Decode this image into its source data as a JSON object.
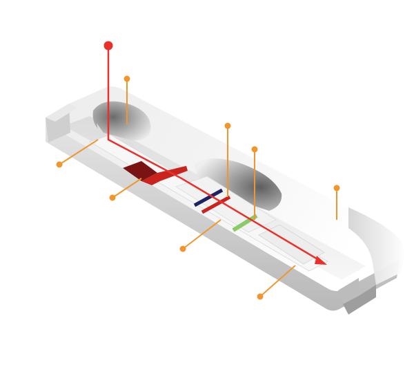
{
  "colors": {
    "background": "#ffffff",
    "cassette_light": "#f2f2f2",
    "cassette_mid": "#d6d6d6",
    "cassette_dark": "#a9a9a9",
    "flow_arrow": "#e8312a",
    "leader_line": "#f0962e",
    "sample_pad": "#7a1414",
    "conjugate_band": "#c9231e",
    "test_line": "#1f2163",
    "control_line": "#8cc96a"
  },
  "diagram": {
    "callout_count": 8,
    "callouts": [
      {
        "id": "sample-well",
        "icon": "dot"
      },
      {
        "id": "sample-pad",
        "icon": "dot"
      },
      {
        "id": "conjugate-pad",
        "icon": "dot"
      },
      {
        "id": "test-line",
        "icon": "dot"
      },
      {
        "id": "control-line",
        "icon": "dot"
      },
      {
        "id": "membrane",
        "icon": "dot"
      },
      {
        "id": "absorbent-pad",
        "icon": "dot"
      },
      {
        "id": "housing",
        "icon": "dot"
      }
    ]
  }
}
